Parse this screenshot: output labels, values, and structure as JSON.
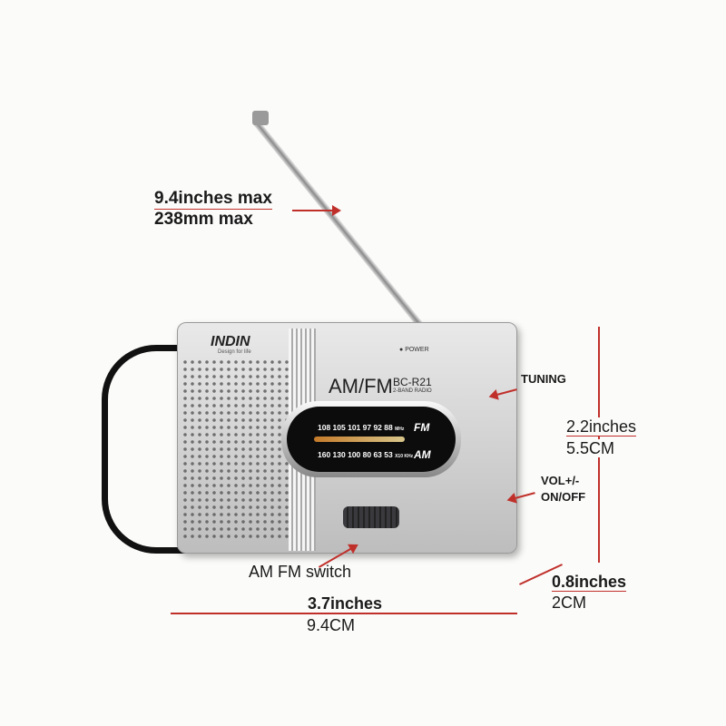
{
  "annotations": {
    "antenna_length_in": "9.4inches max",
    "antenna_length_mm": "238mm  max",
    "tuning": "TUNING",
    "height_in": "2.2inches",
    "height_cm": "5.5CM",
    "volume": "VOL+/-",
    "onoff": "ON/OFF",
    "depth_in": "0.8inches",
    "depth_cm": "2CM",
    "switch": "AM  FM switch",
    "width_in": "3.7inches",
    "width_cm": "9.4CM"
  },
  "radio": {
    "brand": "INDIN",
    "tagline": "Design for life",
    "power": "POWER",
    "band_title": "AM/FM",
    "model": "BC-R21",
    "band_subtitle": "2-BAND RADIO",
    "fm_scale": "108 105 101 97 92 88",
    "fm_unit": "MHz",
    "fm_label": "FM",
    "am_scale": "160 130 100 80 63 53",
    "am_unit": "X10 KHz",
    "am_label": "AM"
  },
  "colors": {
    "annotation": "#c0302b",
    "radio_body": "#d6d6d6",
    "background": "#fbfbf9"
  }
}
